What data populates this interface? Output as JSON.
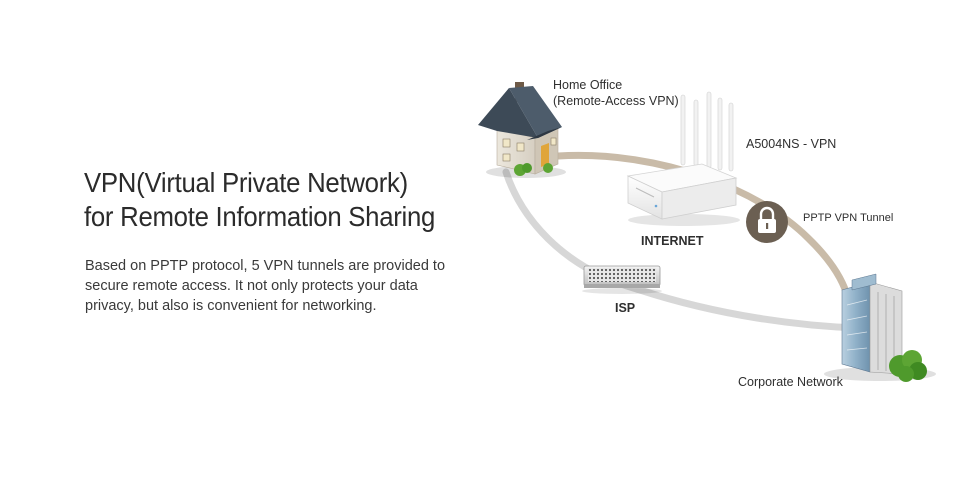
{
  "heading": {
    "line1": "VPN(Virtual Private Network)",
    "line2": "for Remote Information Sharing"
  },
  "description": "Based on PPTP protocol, 5 VPN tunnels are provided to secure remote access. It not only protects your data privacy, but also is convenient for networking.",
  "diagram": {
    "home_office": {
      "line1": "Home Office",
      "line2": "(Remote-Access VPN)"
    },
    "router_label": "A5004NS - VPN",
    "internet_label": "INTERNET",
    "tunnel_label": "PPTP VPN Tunnel",
    "isp_label": "ISP",
    "corporate_label": "Corporate Network",
    "colors": {
      "tunnel_path": "#c9bba8",
      "isp_path": "#d7d7d7",
      "lock_badge": "#6b5f52",
      "roof": "#3d4a57",
      "building_glass": "#8fb0c8",
      "bush": "#4f9a2c"
    },
    "icons": [
      "house-icon",
      "router-icon",
      "padlock-icon",
      "isp-device-icon",
      "office-building-icon"
    ]
  }
}
